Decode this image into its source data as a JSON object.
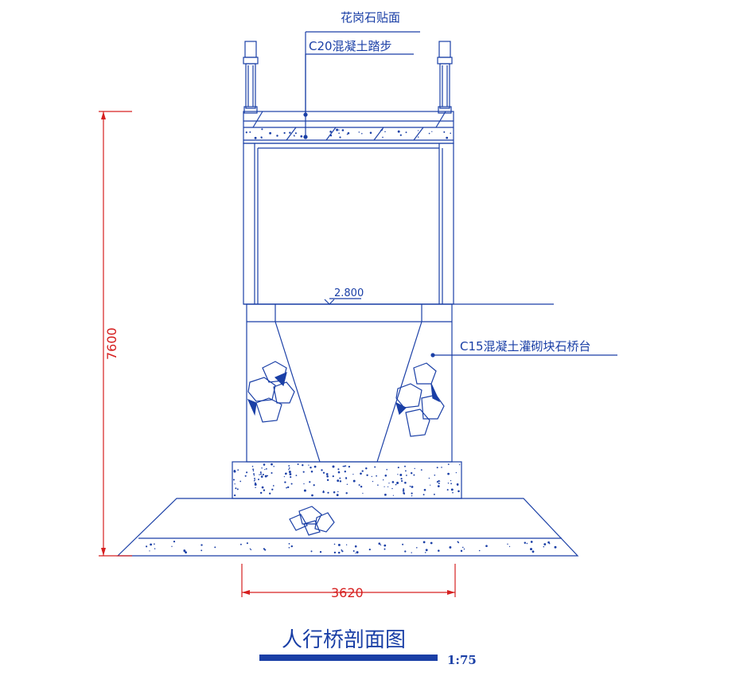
{
  "labels": {
    "granite": "花岗石贴面",
    "c20": "C20混凝土踏步",
    "c15": "C15混凝土灌砌块石桥台",
    "elevation": "2.800"
  },
  "dimensions": {
    "height": "7600",
    "width": "3620"
  },
  "title": {
    "text": "人行桥剖面图",
    "scale": "1:75"
  },
  "colors": {
    "line": "#1a3fa6",
    "dimension": "#d62020"
  }
}
